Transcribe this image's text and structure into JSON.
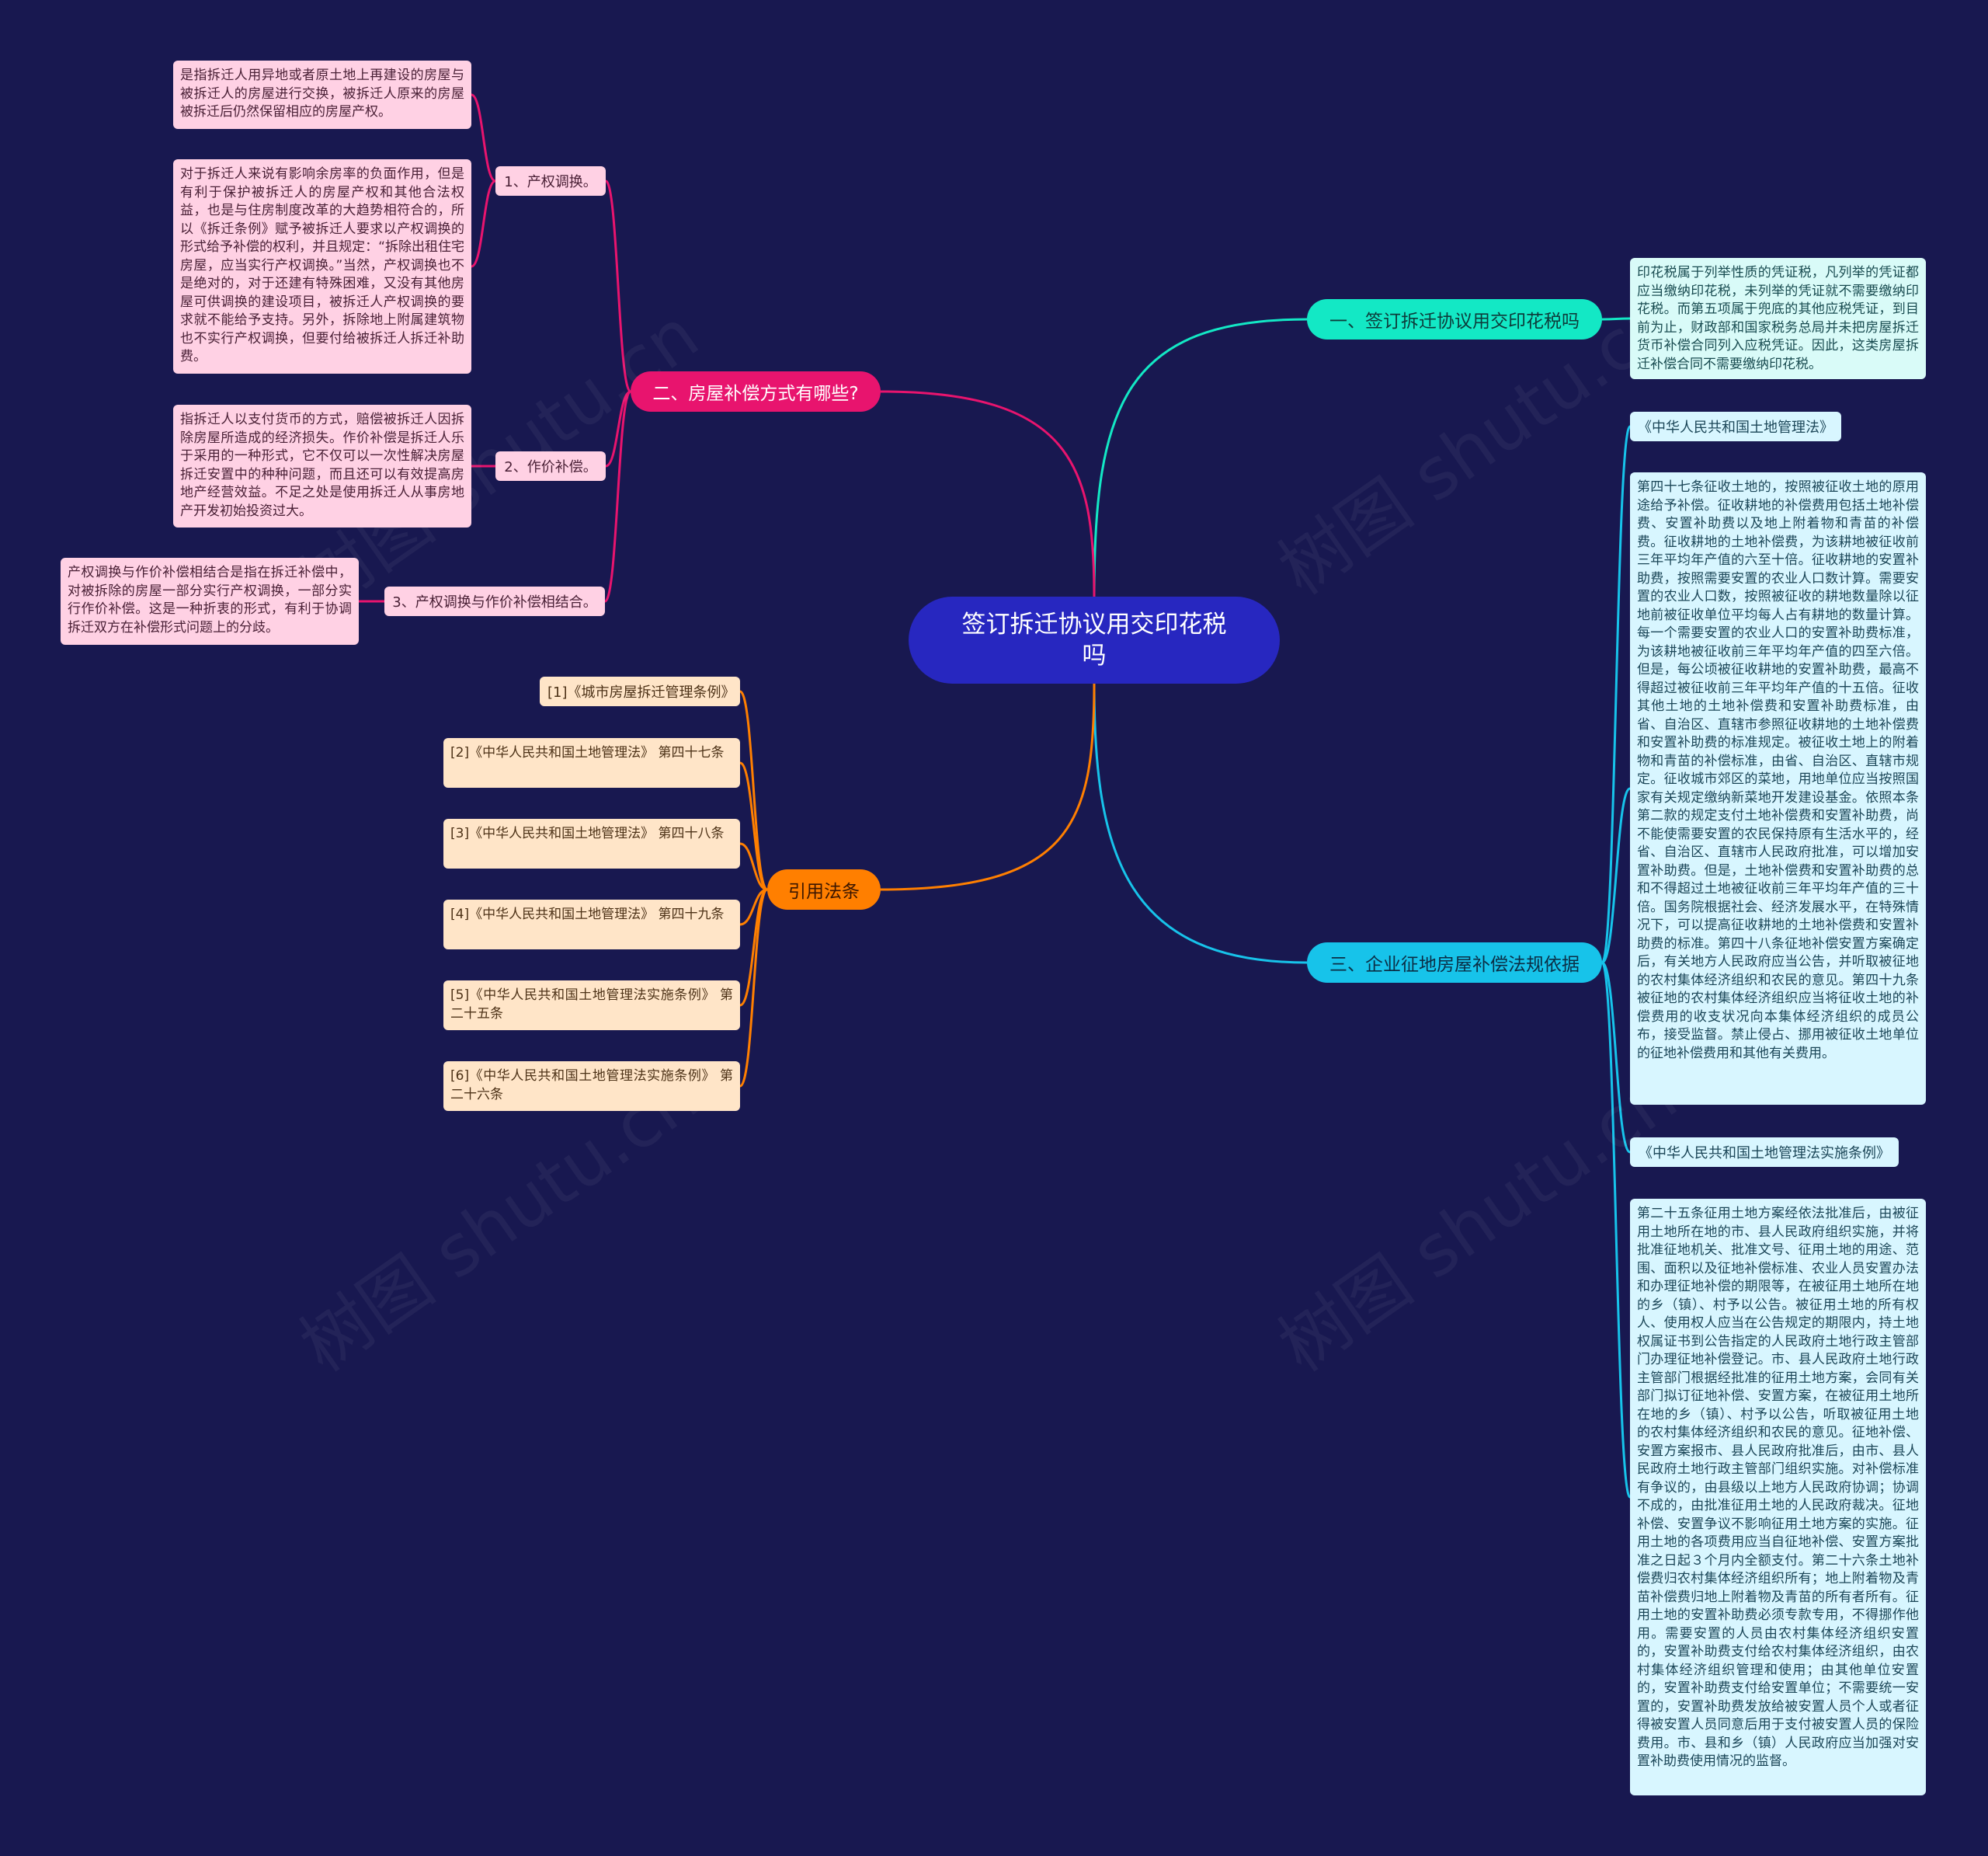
{
  "center": {
    "title": "签订拆迁协议用交印花税吗"
  },
  "colors": {
    "background": "#181850",
    "center": "#2727c0",
    "branch_pink": "#e8146e",
    "branch_cyan": "#13e8c5",
    "branch_blue": "#17c3ea",
    "branch_orange": "#ff7f00"
  },
  "branch1": {
    "title": "一、签订拆迁协议用交印花税吗",
    "text": "印花税属于列举性质的凭证税，凡列举的凭证都应当缴纳印花税，未列举的凭证就不需要缴纳印花税。而第五项属于兜底的其他应税凭证，到目前为止，财政部和国家税务总局并未把房屋拆迁货币补偿合同列入应税凭证。因此，这类房屋拆迁补偿合同不需要缴纳印花税。"
  },
  "branch2": {
    "title": "二、房屋补偿方式有哪些?",
    "items": [
      {
        "label": "1、产权调换。",
        "texts": [
          "是指拆迁人用异地或者原土地上再建设的房屋与被拆迁人的房屋进行交换，被拆迁人原来的房屋被拆迁后仍然保留相应的房屋产权。",
          "对于拆迁人来说有影响余房率的负面作用，但是有利于保护被拆迁人的房屋产权和其他合法权益，也是与住房制度改革的大趋势相符合的，所以《拆迁条例》赋予被拆迁人要求以产权调换的形式给予补偿的权利，并且规定：“拆除出租住宅房屋，应当实行产权调换。”当然，产权调换也不是绝对的，对于还建有特殊困难，又没有其他房屋可供调换的建设项目，被拆迁人产权调换的要求就不能给予支持。另外，拆除地上附属建筑物也不实行产权调换，但要付给被拆迁人拆迁补助费。"
        ]
      },
      {
        "label": "2、作价补偿。",
        "texts": [
          "指拆迁人以支付货币的方式，赔偿被拆迁人因拆除房屋所造成的经济损失。作价补偿是拆迁人乐于采用的一种形式，它不仅可以一次性解决房屋拆迁安置中的种种问题，而且还可以有效提高房地产经营效益。不足之处是使用拆迁人从事房地产开发初始投资过大。"
        ]
      },
      {
        "label": "3、产权调换与作价补偿相结合。",
        "texts": [
          "产权调换与作价补偿相结合是指在拆迁补偿中，对被拆除的房屋一部分实行产权调换，一部分实行作价补偿。这是一种折衷的形式，有利于协调拆迁双方在补偿形式问题上的分歧。"
        ]
      }
    ]
  },
  "branch3": {
    "title": "三、企业征地房屋补偿法规依据",
    "law1_title": "《中华人民共和国土地管理法》",
    "law1_text": "第四十七条征收土地的，按照被征收土地的原用途给予补偿。征收耕地的补偿费用包括土地补偿费、安置补助费以及地上附着物和青苗的补偿费。征收耕地的土地补偿费，为该耕地被征收前三年平均年产值的六至十倍。征收耕地的安置补助费，按照需要安置的农业人口数计算。需要安置的农业人口数，按照被征收的耕地数量除以征地前被征收单位平均每人占有耕地的数量计算。每一个需要安置的农业人口的安置补助费标准，为该耕地被征收前三年平均年产值的四至六倍。但是，每公顷被征收耕地的安置补助费，最高不得超过被征收前三年平均年产值的十五倍。征收其他土地的土地补偿费和安置补助费标准，由省、自治区、直辖市参照征收耕地的土地补偿费和安置补助费的标准规定。被征收土地上的附着物和青苗的补偿标准，由省、自治区、直辖市规定。征收城市郊区的菜地，用地单位应当按照国家有关规定缴纳新菜地开发建设基金。依照本条第二款的规定支付土地补偿费和安置补助费，尚不能使需要安置的农民保持原有生活水平的，经省、自治区、直辖市人民政府批准，可以增加安置补助费。但是，土地补偿费和安置补助费的总和不得超过土地被征收前三年平均年产值的三十倍。国务院根据社会、经济发展水平，在特殊情况下，可以提高征收耕地的土地补偿费和安置补助费的标准。第四十八条征地补偿安置方案确定后，有关地方人民政府应当公告，并听取被征地的农村集体经济组织和农民的意见。第四十九条被征地的农村集体经济组织应当将征收土地的补偿费用的收支状况向本集体经济组织的成员公布，接受监督。禁止侵占、挪用被征收土地单位的征地补偿费用和其他有关费用。",
    "law2_title": "《中华人民共和国土地管理法实施条例》",
    "law2_text": "第二十五条征用土地方案经依法批准后，由被征用土地所在地的市、县人民政府组织实施，并将批准征地机关、批准文号、征用土地的用途、范围、面积以及征地补偿标准、农业人员安置办法和办理征地补偿的期限等，在被征用土地所在地的乡（镇）、村予以公告。被征用土地的所有权人、使用权人应当在公告规定的期限内，持土地权属证书到公告指定的人民政府土地行政主管部门办理征地补偿登记。市、县人民政府土地行政主管部门根据经批准的征用土地方案，会同有关部门拟订征地补偿、安置方案，在被征用土地所在地的乡（镇）、村予以公告，听取被征用土地的农村集体经济组织和农民的意见。征地补偿、安置方案报市、县人民政府批准后，由市、县人民政府土地行政主管部门组织实施。对补偿标准有争议的，由县级以上地方人民政府协调；协调不成的，由批准征用土地的人民政府裁决。征地补偿、安置争议不影响征用土地方案的实施。征用土地的各项费用应当自征地补偿、安置方案批准之日起３个月内全额支付。第二十六条土地补偿费归农村集体经济组织所有；地上附着物及青苗补偿费归地上附着物及青苗的所有者所有。征用土地的安置补助费必须专款专用，不得挪作他用。需要安置的人员由农村集体经济组织安置的，安置补助费支付给农村集体经济组织，由农村集体经济组织管理和使用；由其他单位安置的，安置补助费支付给安置单位；不需要统一安置的，安置补助费发放给被安置人员个人或者征得被安置人员同意后用于支付被安置人员的保险费用。市、县和乡（镇）人民政府应当加强对安置补助费使用情况的监督。"
  },
  "branch4": {
    "title": "引用法条",
    "items": [
      "[1]《城市房屋拆迁管理条例》",
      "[2]《中华人民共和国土地管理法》 第四十七条",
      "[3]《中华人民共和国土地管理法》 第四十八条",
      "[4]《中华人民共和国土地管理法》 第四十九条",
      "[5]《中华人民共和国土地管理法实施条例》 第二十五条",
      "[6]《中华人民共和国土地管理法实施条例》 第二十六条"
    ]
  },
  "watermark": "树图 shutu.cn"
}
